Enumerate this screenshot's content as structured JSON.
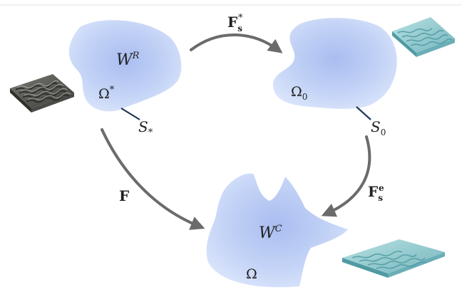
{
  "domains": {
    "reference": {
      "energy_base": "W",
      "energy_sup": "R",
      "region": "Ω",
      "region_sup": "*",
      "boundary": "S",
      "boundary_sub": "*"
    },
    "stress_free": {
      "region": "Ω",
      "region_sub": "0",
      "boundary": "S",
      "boundary_sub": "0"
    },
    "current": {
      "energy_base": "W",
      "energy_sup": "C",
      "region": "Ω"
    }
  },
  "maps": {
    "growth": {
      "base": "F",
      "sub": "s",
      "sup": "*"
    },
    "elastic": {
      "base": "F",
      "sub": "s",
      "sup": "e"
    },
    "total": {
      "base": "F"
    }
  },
  "thumbnails": {
    "reference": {
      "style": "dark corrugated sheet",
      "color": "#5b5b57"
    },
    "stress_free": {
      "style": "teal rippled sheet",
      "color": "#8fc7cc"
    },
    "current": {
      "style": "teal rippled sheet",
      "color": "#8fc7cc"
    }
  },
  "colors": {
    "blob_fill": "#c5d5f7",
    "blob_center": "#a9bdf0",
    "arrow": "#6b6b6b",
    "boundary_tick": "#1e3556",
    "text": "#1f1f1f"
  }
}
